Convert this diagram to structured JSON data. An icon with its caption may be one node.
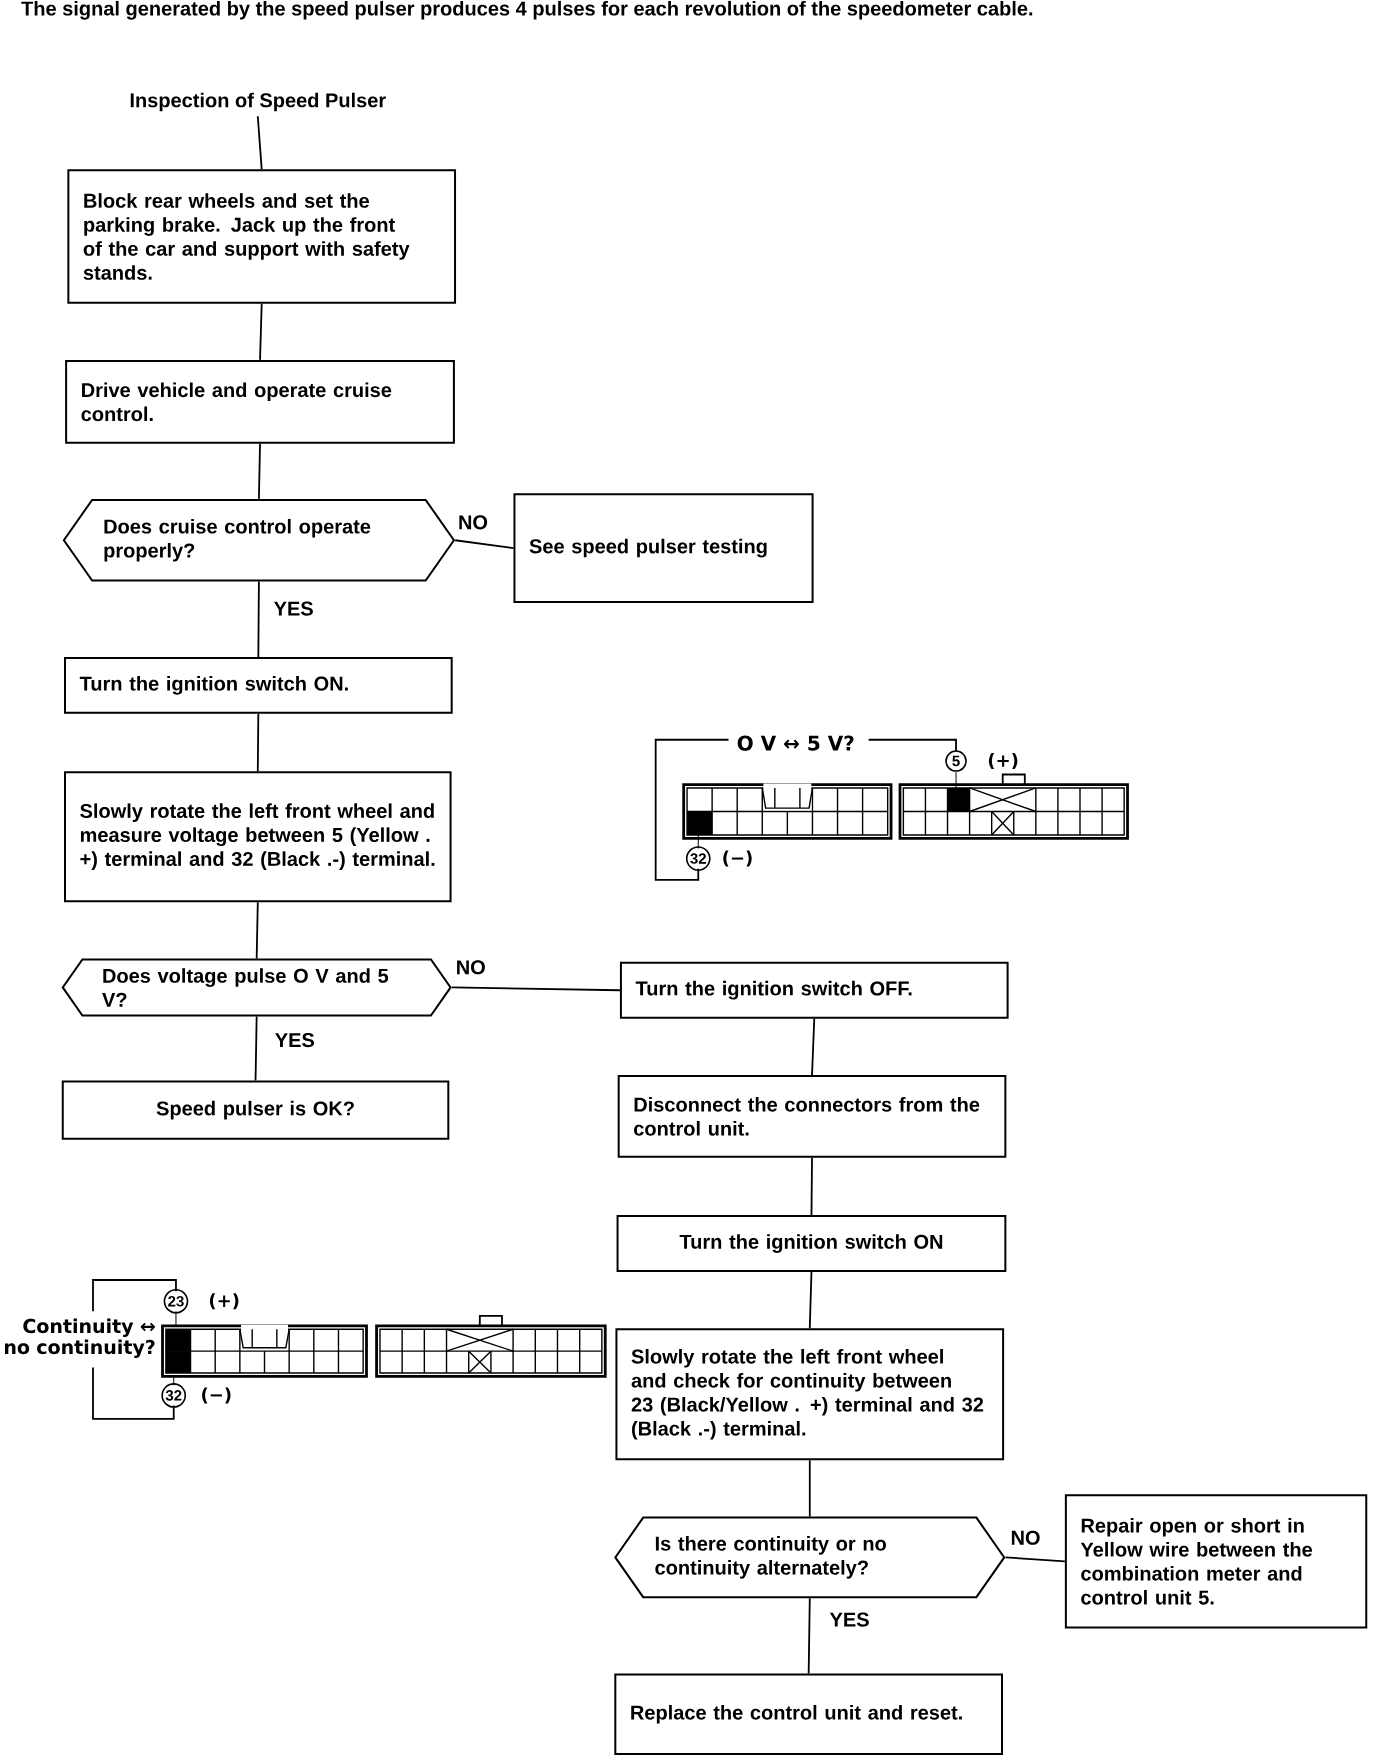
{
  "diagram": {
    "title": "The signal generated by the speed pulser produces 4 pulses for each revolution of the speedometer cable.",
    "nodes": [
      {
        "text": [
          "Inspection of Speed Pulser"
        ]
      },
      {
        "text": [
          "Block rear wheels and set the parking brake. Jack up the front of the car and support with safety stands."
        ]
      },
      {
        "text": [
          "Drive vehicle and operate cruise control."
        ]
      },
      {
        "text": [
          "Does cruise control operate properly?"
        ]
      },
      {
        "text": [
          "See speed pulser testing"
        ]
      },
      {
        "text": [
          "Turn the ignition switch ON."
        ]
      },
      {
        "text": [
          "Slowly rotate the left front wheel and measure voltage between 5 (Yellow . +) terminal and 32 (Black .-) terminal."
        ]
      },
      {
        "text": [
          "Does voltage pulse O V and 5 V?"
        ]
      },
      {
        "text": [
          "Speed pulser is OK?"
        ]
      },
      {
        "text": [
          "Turn the ignition switch OFF."
        ]
      },
      {
        "text": [
          "Disconnect the connectors from the control unit."
        ]
      },
      {
        "text": [
          "Turn the ignition switch ON"
        ]
      },
      {
        "text": [
          "Slowly rotate the left front wheel and check for continuity between 23 (Black/Yellow . +) terminal and 32 (Black .-) terminal."
        ]
      },
      {
        "text": [
          "Is there continuity or no continuity alternately?"
        ]
      },
      {
        "text": [
          "Repair open or short in Yellow wire between the combination meter and control unit 5."
        ]
      },
      {
        "text": [
          "Replace the control unit and reset."
        ]
      }
    ],
    "edges": [
      {
        "from": 0,
        "to": 1,
        "arrow": "none"
      },
      {
        "from": 1,
        "to": 2,
        "arrow": "none"
      },
      {
        "from": 2,
        "to": 3,
        "arrow": "none"
      },
      {
        "from": 3,
        "to": 4,
        "arrow": "none",
        "label": "NO"
      },
      {
        "from": 3,
        "to": 5,
        "arrow": "none",
        "label": "YES"
      },
      {
        "from": 5,
        "to": 6,
        "arrow": "none"
      },
      {
        "from": 6,
        "to": 7,
        "arrow": "none"
      },
      {
        "from": 7,
        "to": 8,
        "arrow": "none",
        "label": "YES"
      },
      {
        "from": 7,
        "to": 9,
        "arrow": "none",
        "label": "NO"
      },
      {
        "from": 9,
        "to": 10,
        "arrow": "none"
      },
      {
        "from": 10,
        "to": 11,
        "arrow": "none"
      },
      {
        "from": 11,
        "to": 12,
        "arrow": "none"
      },
      {
        "from": 12,
        "to": 13,
        "arrow": "none"
      },
      {
        "from": 13,
        "to": 14,
        "arrow": "none",
        "label": "NO"
      },
      {
        "from": 13,
        "to": 15,
        "arrow": "none",
        "label": "YES"
      }
    ],
    "labels": [
      "O V ↔ 5 V?",
      "5",
      "(+)",
      "32",
      "(−)",
      "23",
      "(+)",
      "Continuity ↔ no continuity?",
      "32",
      "(−)"
    ]
  }
}
